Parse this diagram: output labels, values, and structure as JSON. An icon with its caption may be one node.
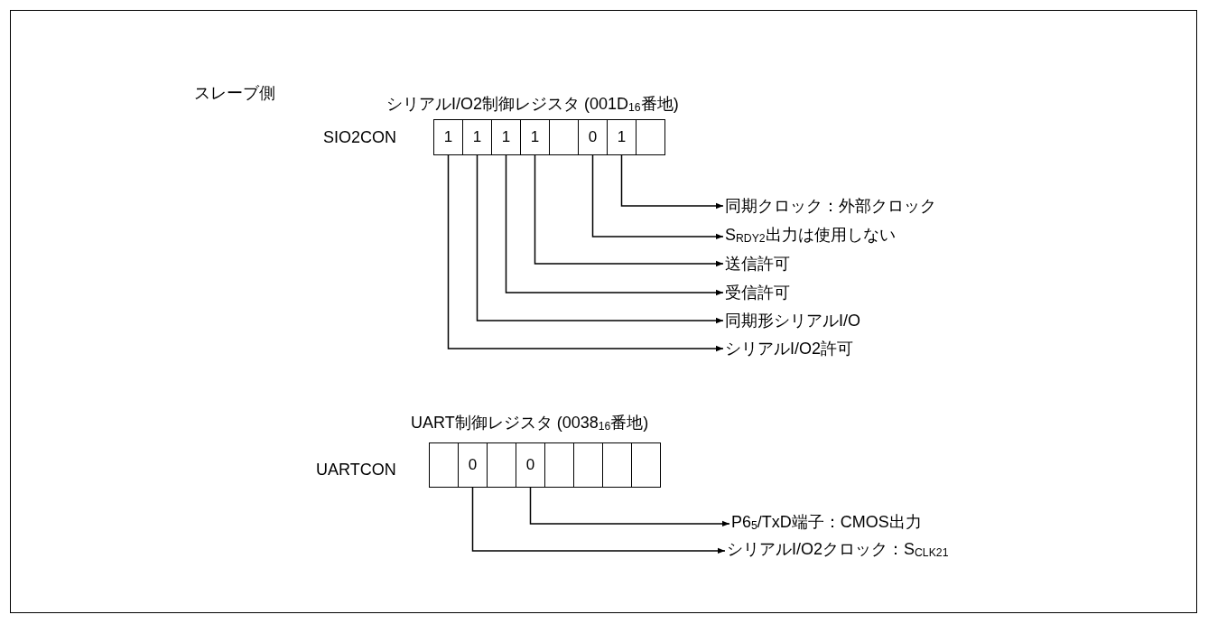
{
  "diagram": {
    "nodes": [
      {
        "text": [
          "1"
        ]
      },
      {
        "text": [
          "1"
        ]
      },
      {
        "text": [
          "1"
        ]
      },
      {
        "text": [
          "1"
        ]
      },
      {
        "text": [],
        "shape": "box"
      },
      {
        "text": [
          "0"
        ]
      },
      {
        "text": [
          "1"
        ]
      },
      {
        "text": [],
        "shape": "box"
      },
      {
        "text": [
          "同期クロック：外部クロック"
        ]
      },
      {
        "text": [
          "S$_{RDY2}$出力は使用しない"
        ]
      },
      {
        "text": [
          "送信許可"
        ]
      },
      {
        "text": [
          "受信許可"
        ]
      },
      {
        "text": [
          "同期形シリアルI/O"
        ]
      },
      {
        "text": [
          "シリアルI/O2許可"
        ]
      },
      {
        "text": [],
        "shape": "box"
      },
      {
        "text": [
          "0"
        ]
      },
      {
        "text": [],
        "shape": "box"
      },
      {
        "text": [
          "0"
        ]
      },
      {
        "text": [],
        "shape": "box"
      },
      {
        "text": [],
        "shape": "box"
      },
      {
        "text": [],
        "shape": "box"
      },
      {
        "text": [],
        "shape": "box"
      },
      {
        "text": [
          "P6$_{5}$/TxD端子：CMOS出力"
        ]
      },
      {
        "text": [
          "シリアルI/O2クロック：S$_{CLK21}$"
        ]
      }
    ],
    "edges": [
      {
        "from": 6,
        "to": 8,
        "arrow": "to"
      },
      {
        "from": 5,
        "to": 9,
        "arrow": "to"
      },
      {
        "from": 3,
        "to": 10,
        "arrow": "to"
      },
      {
        "from": 2,
        "to": 11,
        "arrow": "to"
      },
      {
        "from": 1,
        "to": 12,
        "arrow": "to"
      },
      {
        "from": 0,
        "to": 13,
        "arrow": "to"
      },
      {
        "from": 17,
        "to": 22,
        "arrow": "to"
      },
      {
        "from": 15,
        "to": 23,
        "arrow": "to"
      }
    ],
    "labels": [
      "スレーブ側",
      "シリアルI/O2制御レジスタ (001D$_{16}$番地)",
      "SIO2CON",
      "UART制御レジスタ (0038$_{16}$番地)",
      "UARTCON"
    ]
  }
}
